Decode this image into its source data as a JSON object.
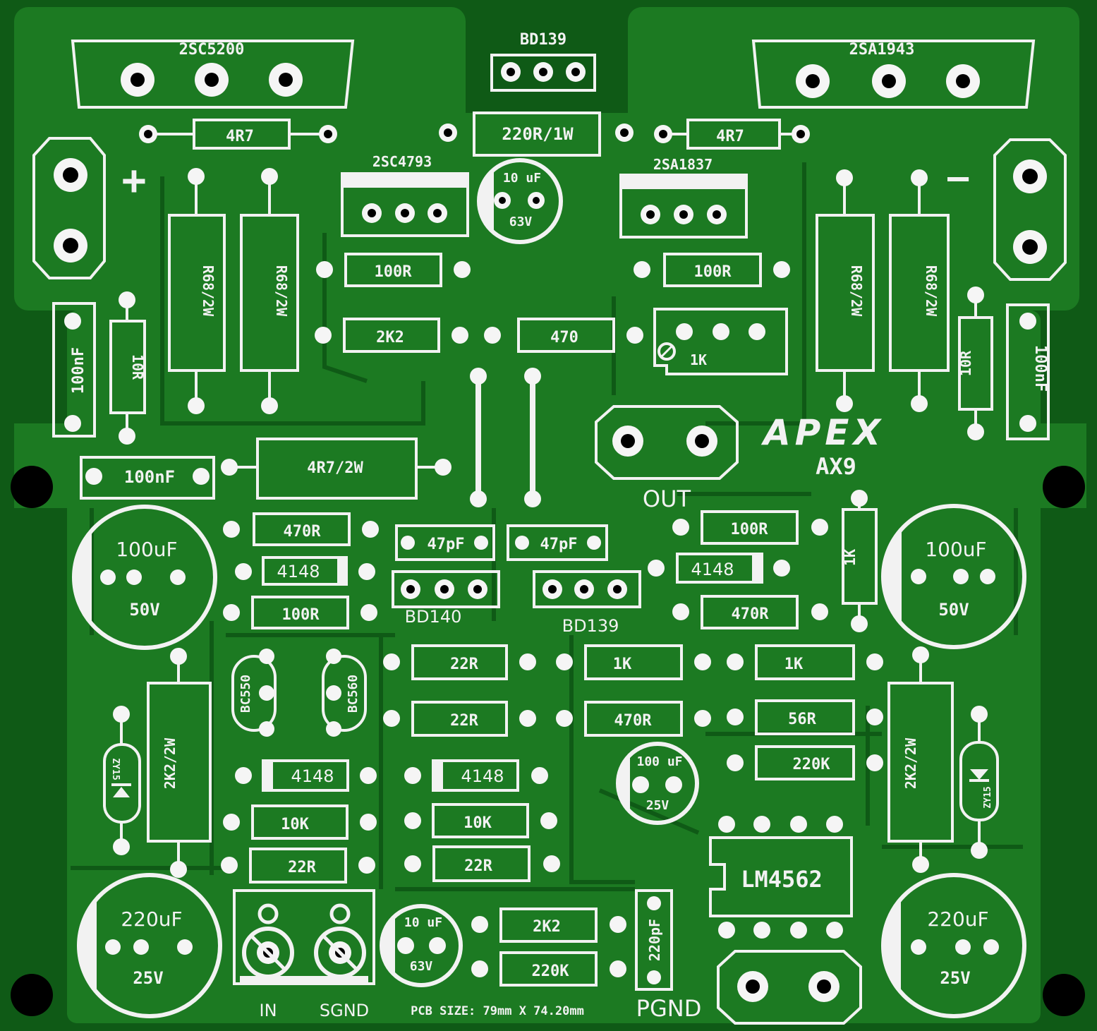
{
  "board": {
    "brand": "APEX",
    "model": "AX9",
    "pcb_size": "PCB SIZE: 79mm X 74.20mm",
    "out_label": "OUT",
    "pgnd_label": "PGND",
    "in_label": "IN",
    "sgnd_label": "SGND",
    "plus": "+",
    "minus": "—"
  },
  "colors": {
    "board_dark": "#0f5a16",
    "board_light": "#1c7a22",
    "silk": "#f2f2f2"
  },
  "parts": {
    "q_2sc5200": "2SC5200",
    "q_2sa1943": "2SA1943",
    "q_bd139_top": "BD139",
    "q_bd139_mid": "BD139",
    "q_bd140": "BD140",
    "q_2sc4793": "2SC4793",
    "q_2sa1837": "2SA1837",
    "q_bc550": "BC550",
    "q_bc560": "BC560",
    "ic_lm4562": "LM4562",
    "r_4r7_l": "4R7",
    "r_4r7_r": "4R7",
    "r_220r_1w": "220R/1W",
    "r_100r_tl": "100R",
    "r_100r_tr": "100R",
    "r_2k2_top": "2K2",
    "r_470_top": "470",
    "r_r68_1": "R68/2W",
    "r_r68_2": "R68/2W",
    "r_r68_3": "R68/2W",
    "r_r68_4": "R68/2W",
    "r_10r_l": "10R",
    "r_10r_r": "10R",
    "r_4r7_2w": "4R7/2W",
    "r_470r_l": "470R",
    "r_100r_l": "100R",
    "r_100r_r": "100R",
    "r_470r_r": "470R",
    "r_1k_vert": "1K",
    "r_22r_1": "22R",
    "r_22r_2": "22R",
    "r_1k_a": "1K",
    "r_1k_b": "1K",
    "r_470r_mid": "470R",
    "r_56r": "56R",
    "r_220k_r": "220K",
    "r_2k2_2w_l": "2K2/2W",
    "r_2k2_2w_r": "2K2/2W",
    "r_10k_l": "10K",
    "r_10k_r": "10K",
    "r_22r_l": "22R",
    "r_22r_r": "22R",
    "r_2k2_bot": "2K2",
    "r_220k_bot": "220K",
    "d_4148_1": "4148",
    "d_4148_2": "4148",
    "d_4148_3": "4148",
    "d_4148_4": "4148",
    "z_zy15_l": "ZY15",
    "z_zy15_r": "ZY15",
    "c_100nf_l": "100nF",
    "c_100nf_r": "100nF",
    "c_100nf_h": "100nF",
    "c_47pf_1": "47pF",
    "c_47pf_2": "47pF",
    "c_220pf": "220pF",
    "pot_1k": "1K",
    "cap_top_val": "10 uF",
    "cap_top_v": "63V",
    "cap_l_val": "100uF",
    "cap_l_v": "50V",
    "cap_r_val": "100uF",
    "cap_r_v": "50V",
    "cap_mid_val": "100 uF",
    "cap_mid_v": "25V",
    "cap_bl_val": "220uF",
    "cap_bl_v": "25V",
    "cap_br_val": "220uF",
    "cap_br_v": "25V",
    "cap_bot_val": "10 uF",
    "cap_bot_v": "63V"
  }
}
